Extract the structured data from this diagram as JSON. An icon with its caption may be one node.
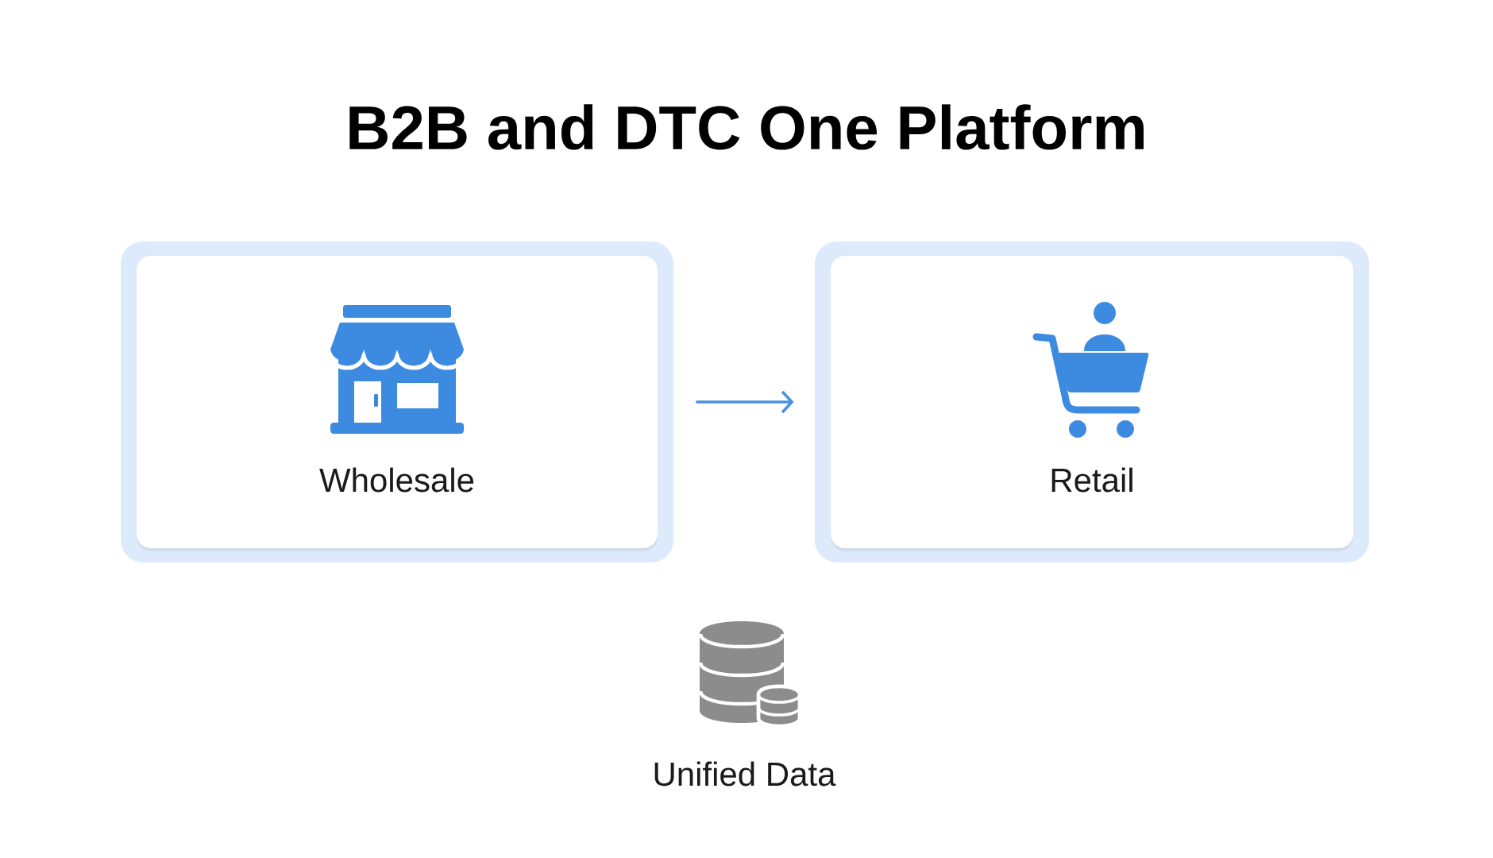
{
  "diagram": {
    "title": "B2B and DTC One Platform",
    "nodes": [
      {
        "text": [
          "Wholesale"
        ]
      },
      {
        "text": [
          "Retail"
        ]
      }
    ],
    "edges": [
      {
        "from": 0,
        "to": 1,
        "arrow": "to"
      }
    ],
    "labels": [
      "Unified Data"
    ]
  }
}
